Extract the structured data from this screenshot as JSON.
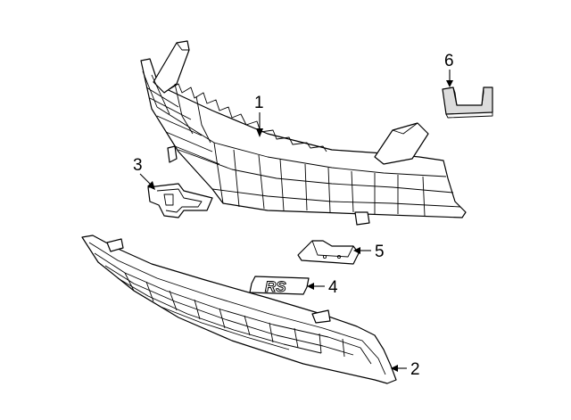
{
  "parts": [
    {
      "id": "grille-frame",
      "number": "1"
    },
    {
      "id": "lower-grille",
      "number": "2"
    },
    {
      "id": "emblem-bracket",
      "number": "3"
    },
    {
      "id": "rs-emblem",
      "number": "4",
      "emblem_text": "RS"
    },
    {
      "id": "mounting-bracket",
      "number": "5"
    },
    {
      "id": "retainer-clip",
      "number": "6"
    }
  ]
}
